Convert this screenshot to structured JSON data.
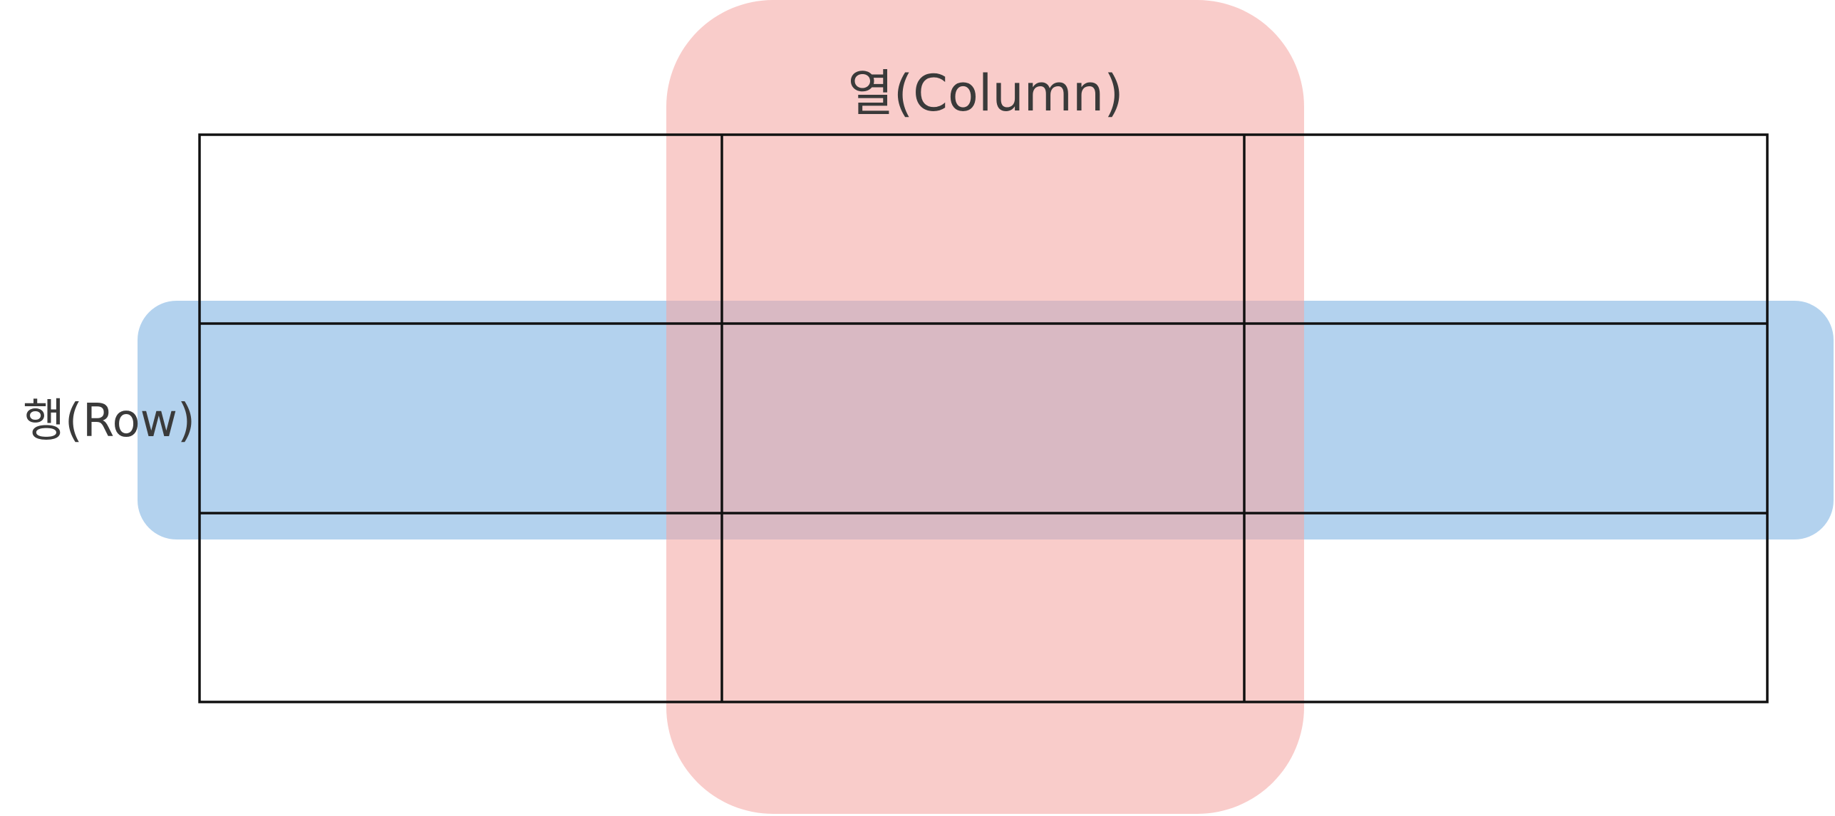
{
  "labels": {
    "column": "열(Column)",
    "row": "행(Row)"
  },
  "grid": {
    "rows": 3,
    "columns": 3,
    "highlighted_row": 2,
    "highlighted_column": 2
  },
  "colors": {
    "column_highlight": "#f5a7a3",
    "row_highlight": "#8fbde6",
    "grid_line": "#111111",
    "text": "#3a3a3a",
    "background": "#ffffff"
  }
}
